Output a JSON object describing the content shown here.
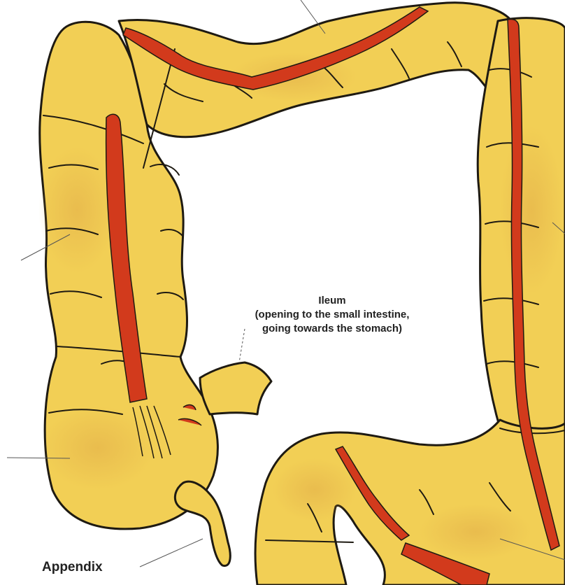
{
  "labels": {
    "ileum": {
      "title": "Ileum",
      "line1": "(opening to the small intestine,",
      "line2": "going towards the stomach)"
    },
    "appendix": "Appendix"
  },
  "colors": {
    "intestine_fill": "#f2cf55",
    "intestine_shade": "#e4b348",
    "outline": "#1e1a12",
    "taenia_band": "#d23a1c",
    "leader_line": "#555555",
    "background": "#ffffff"
  }
}
